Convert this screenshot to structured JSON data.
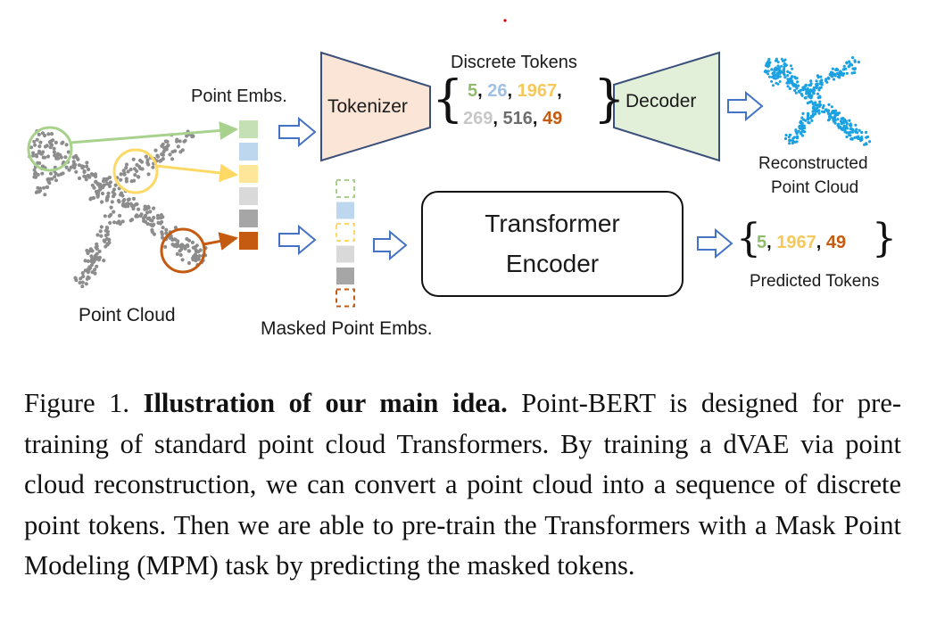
{
  "figure": {
    "labels": {
      "point_embs": "Point Embs.",
      "tokenizer": "Tokenizer",
      "discrete_tokens": "Discrete Tokens",
      "decoder": "Decoder",
      "reconstructed_line1": "Reconstructed",
      "reconstructed_line2": "Point Cloud",
      "transformer_line1": "Transformer",
      "transformer_line2": "Encoder",
      "predicted_tokens": "Predicted Tokens",
      "point_cloud": "Point Cloud",
      "masked_point_embs": "Masked Point Embs."
    },
    "discrete_tokens_row1": [
      {
        "text": "5",
        "color": "#8fbc6a"
      },
      {
        "text": "26",
        "color": "#9fbfe3"
      },
      {
        "text": "1967",
        "color": "#f5c85c"
      }
    ],
    "discrete_tokens_row2": [
      {
        "text": "269",
        "color": "#c8c8c8"
      },
      {
        "text": "516",
        "color": "#6e6e6e"
      },
      {
        "text": "49",
        "color": "#c55a11"
      }
    ],
    "predicted_tokens": [
      {
        "text": "5",
        "color": "#8fbc6a"
      },
      {
        "text": "1967",
        "color": "#f5c85c"
      },
      {
        "text": "49",
        "color": "#c55a11"
      }
    ],
    "embedding_colors": [
      "#c5e0b4",
      "#bdd7ee",
      "#ffe699",
      "#d9d9d9",
      "#a6a6a6",
      "#c55a11"
    ],
    "colors": {
      "tokenizer_fill": "#fbe5d6",
      "decoder_fill": "#e2f0d9",
      "reconstructed_cloud": "#1ba1e2",
      "input_cloud": "#8c8c8c",
      "circle_green": "#a9d18e",
      "circle_yellow": "#ffd966",
      "circle_orange": "#c55a11"
    }
  },
  "caption": {
    "prefix": "Figure 1.",
    "bold": "Illustration of our main idea.",
    "text": "Point-BERT is designed for pre-training of standard point cloud Transformers. By training a dVAE via point cloud reconstruction, we can convert a point cloud into a sequence of discrete point tokens. Then we are able to pre-train the Transformers with a Mask Point Modeling (MPM) task by predicting the masked tokens."
  }
}
